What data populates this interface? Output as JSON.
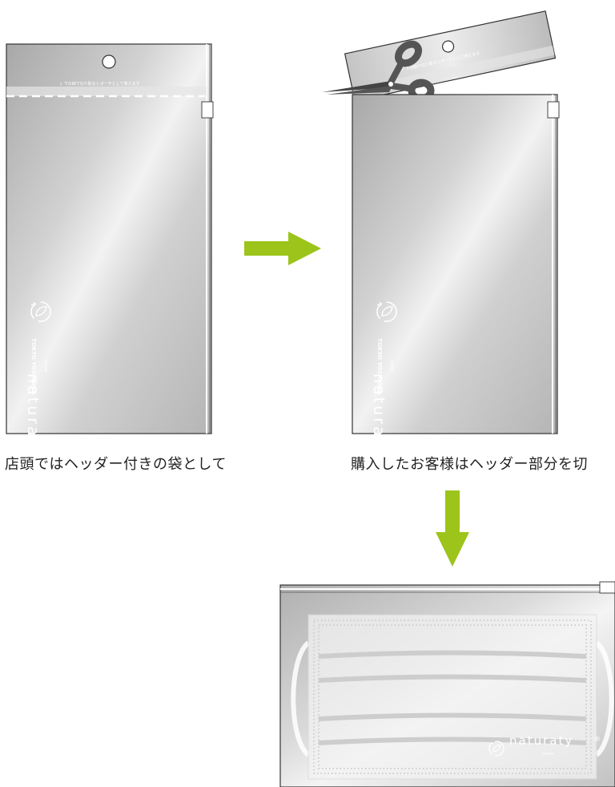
{
  "step1": {
    "caption": "店頭ではヘッダー付きの袋として",
    "header_note": "↓ 下の線で切り取るとポーチとして使えます"
  },
  "step2": {
    "caption": "購入したお客様はヘッダー部分を切",
    "header_note": "↓ 下の線で切り取るとポーチとして使えます"
  },
  "brand": {
    "name": "naturaty",
    "sub": "reuse",
    "company": "TOKYO YOSHIOKA",
    "registered": "®"
  },
  "colors": {
    "arrow": "#9cc41a",
    "bag_dark": "#a9a9a9",
    "bag_light": "#f4f4f4",
    "caption_text": "#222222"
  },
  "icons": [
    "recycle-leaf-logo-icon",
    "scissors-icon",
    "arrow-right-icon",
    "arrow-down-icon"
  ]
}
